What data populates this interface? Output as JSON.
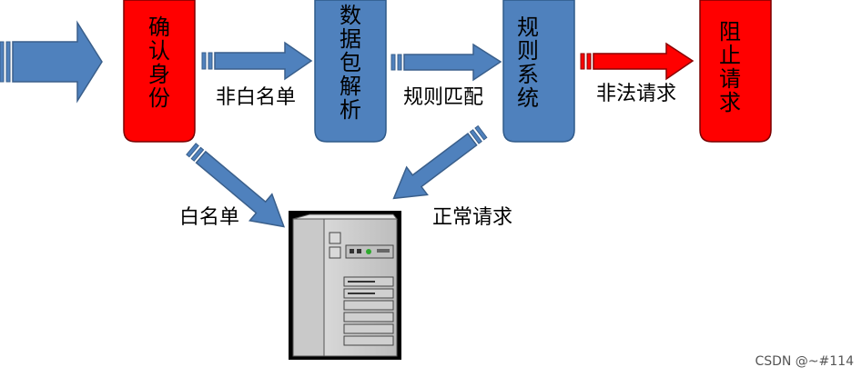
{
  "boxes": {
    "identity": {
      "text": [
        "确",
        "认",
        "身",
        "份"
      ],
      "fill": "#FF0000"
    },
    "parse": {
      "text": [
        "数",
        "据",
        "包",
        "解",
        "析"
      ],
      "fill": "#4F81BD"
    },
    "rules": {
      "text": [
        "规",
        "则",
        "系",
        "统"
      ],
      "fill": "#4F81BD"
    },
    "block": {
      "text": [
        "阻",
        "止",
        "请",
        "求"
      ],
      "fill": "#FF0000"
    }
  },
  "labels": {
    "not_whitelist": "非白名单",
    "rule_match": "规则匹配",
    "illegal_request": "非法请求",
    "whitelist": "白名单",
    "normal_request": "正常请求"
  },
  "colors": {
    "blue_arrow": "#4F81BD",
    "red_arrow": "#FF0000",
    "arrow_stroke": "#3A5F8B"
  },
  "watermark": "CSDN @~#114"
}
